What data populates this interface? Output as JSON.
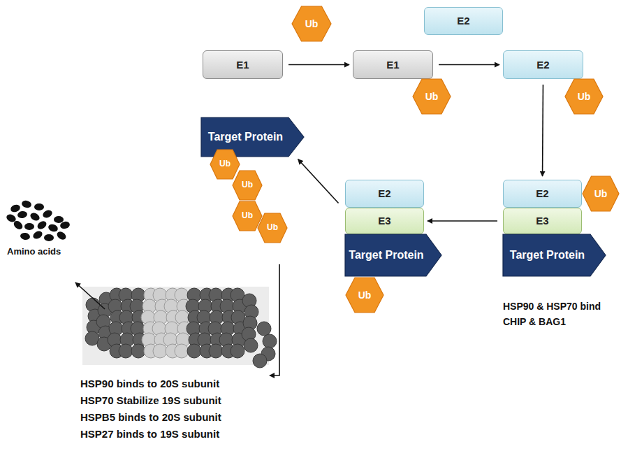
{
  "diagram": {
    "nodes": [
      {
        "text": [
          "Ub"
        ]
      },
      {
        "text": [
          "E2"
        ]
      },
      {
        "text": [
          "E1"
        ]
      },
      {
        "text": [
          "E1"
        ]
      },
      {
        "text": [
          "Ub"
        ]
      },
      {
        "text": [
          "E2"
        ]
      },
      {
        "text": [
          "Ub"
        ]
      },
      {
        "text": [
          "Target Protein"
        ]
      },
      {
        "text": [
          "Ub"
        ]
      },
      {
        "text": [
          "Ub"
        ]
      },
      {
        "text": [
          "Ub"
        ]
      },
      {
        "text": [
          "Ub"
        ]
      },
      {
        "text": [
          "E2"
        ]
      },
      {
        "text": [
          "E3"
        ]
      },
      {
        "text": [
          "Target Protein"
        ]
      },
      {
        "text": [
          "Ub"
        ]
      },
      {
        "text": [
          "E2"
        ]
      },
      {
        "text": [
          "Ub"
        ]
      },
      {
        "text": [
          "E3"
        ]
      },
      {
        "text": [
          "Target Protein"
        ]
      }
    ],
    "edges": [
      {
        "from": 2,
        "to": 3,
        "arrow": "to"
      },
      {
        "from": 3,
        "to": 5,
        "arrow": "to"
      },
      {
        "from": 5,
        "to": 16,
        "arrow": "to"
      },
      {
        "from": 18,
        "to": 13,
        "arrow": "to"
      },
      {
        "from": 13,
        "to": 7,
        "arrow": "to"
      }
    ],
    "labels": [
      "Amino acids",
      "HSP90 & HSP70 bind",
      "CHIP & BAG1",
      "HSP90 binds to 20S subunit",
      "HSP70 Stabilize 19S subunit",
      "HSPB5 binds to 20S subunit",
      "HSP27 binds to 19S subunit"
    ]
  }
}
